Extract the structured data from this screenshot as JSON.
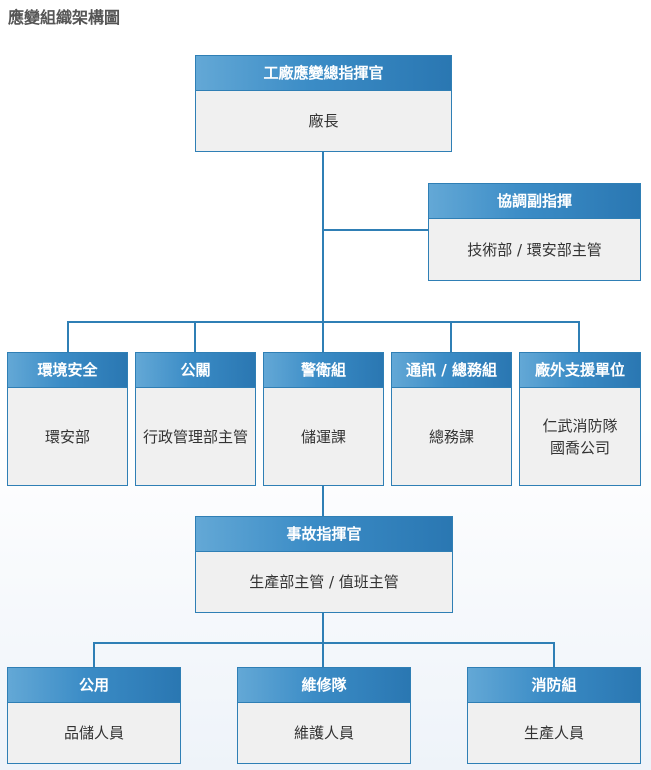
{
  "page_title": "應變組織架構圖",
  "commander": {
    "title": "工廠應變總指揮官",
    "body": "廠長"
  },
  "deputy": {
    "title": "協調副指揮",
    "body": "技術部 / 環安部主管"
  },
  "groups": [
    {
      "title": "環境安全",
      "body": [
        "環安部"
      ]
    },
    {
      "title": "公關",
      "body": [
        "行政管理部主管"
      ]
    },
    {
      "title": "警衛組",
      "body": [
        "儲運課"
      ]
    },
    {
      "title": "通訊 / 總務組",
      "body": [
        "總務課"
      ]
    },
    {
      "title": "廠外支援單位",
      "body": [
        "仁武消防隊",
        "國喬公司"
      ]
    }
  ],
  "incident_commander": {
    "title": "事故指揮官",
    "body": "生產部主管 / 值班主管"
  },
  "teams": [
    {
      "title": "公用",
      "body": "品儲人員"
    },
    {
      "title": "維修隊",
      "body": "維護人員"
    },
    {
      "title": "消防組",
      "body": "生產人員"
    }
  ]
}
